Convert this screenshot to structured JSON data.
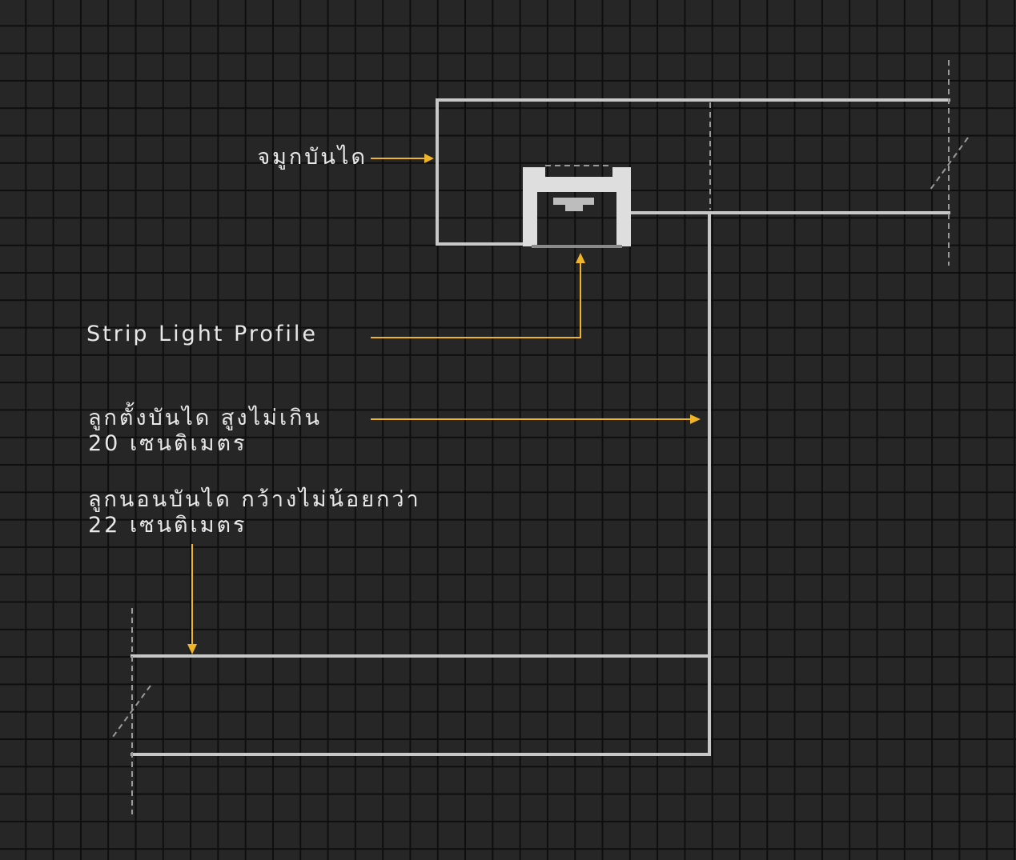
{
  "labels": {
    "nosing": "จมูกบันได",
    "strip_profile": "Strip Light Profile",
    "riser_line1": "ลูกตั้งบันได สูงไม่เกิน",
    "riser_line2": "20 เซนติเมตร",
    "tread_line1": "ลูกนอนบันได กว้างไม่น้อยกว่า",
    "tread_line2": "22 เซนติเมตร"
  },
  "colors": {
    "background": "#262626",
    "grid": "#0e0e0e",
    "structure": "#c8c8c8",
    "leader": "#f0b429",
    "text": "#e8e8e8"
  }
}
